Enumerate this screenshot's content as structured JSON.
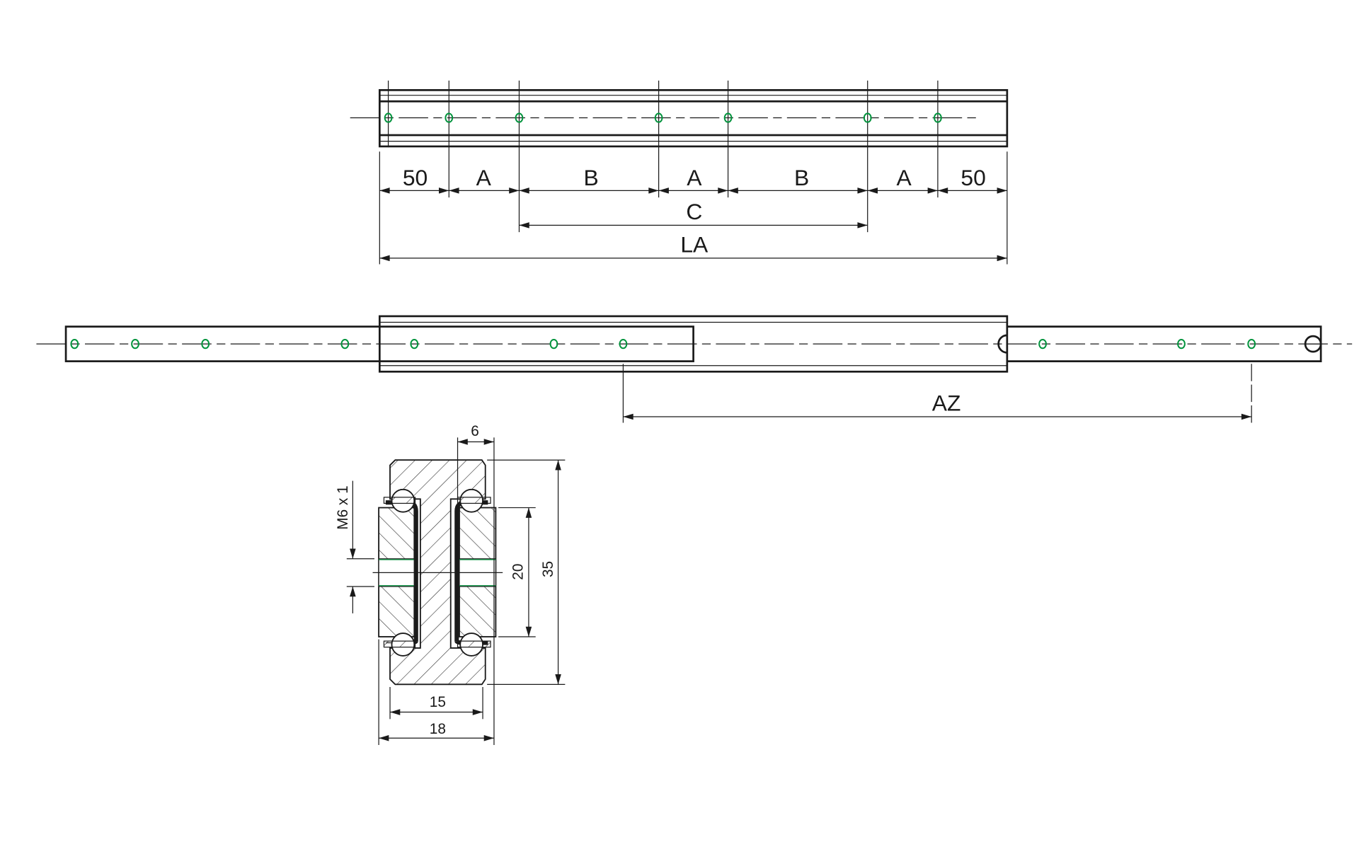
{
  "drawing": {
    "top_view": {
      "dimensions": [
        "50",
        "A",
        "B",
        "A",
        "B",
        "A",
        "50"
      ],
      "c_label": "C",
      "la_label": "LA"
    },
    "extended_view": {
      "az_label": "AZ"
    },
    "cross_section": {
      "thread_label": "M6 x 1",
      "dim_6": "6",
      "dim_20": "20",
      "dim_35": "35",
      "dim_15": "15",
      "dim_18": "18"
    },
    "colors": {
      "hole": "#00933c",
      "line": "#1a1a1a"
    }
  }
}
